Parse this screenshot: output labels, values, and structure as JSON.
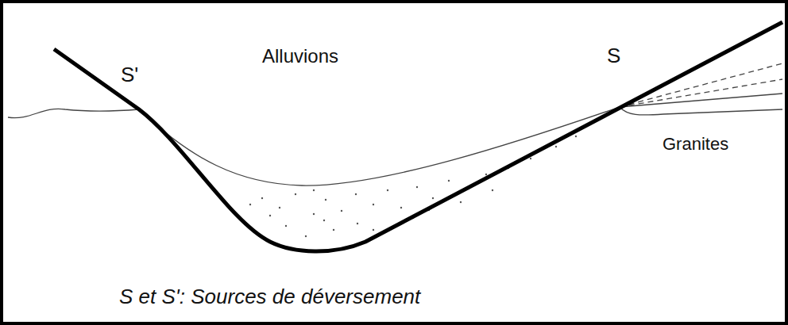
{
  "diagram": {
    "caption": "S et S': Sources de déversement",
    "labels": [
      "S'",
      "Alluvions",
      "S",
      "Granites"
    ]
  }
}
